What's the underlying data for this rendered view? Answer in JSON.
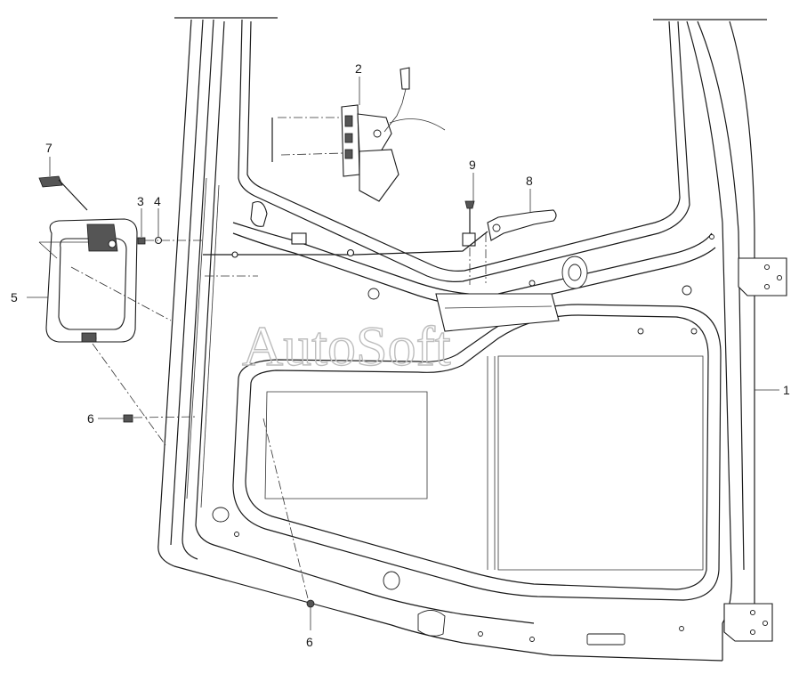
{
  "diagram": {
    "watermark": "AutoSoft",
    "callouts": [
      "1",
      "2",
      "3",
      "4",
      "5",
      "6",
      "6",
      "7",
      "8",
      "9"
    ]
  }
}
